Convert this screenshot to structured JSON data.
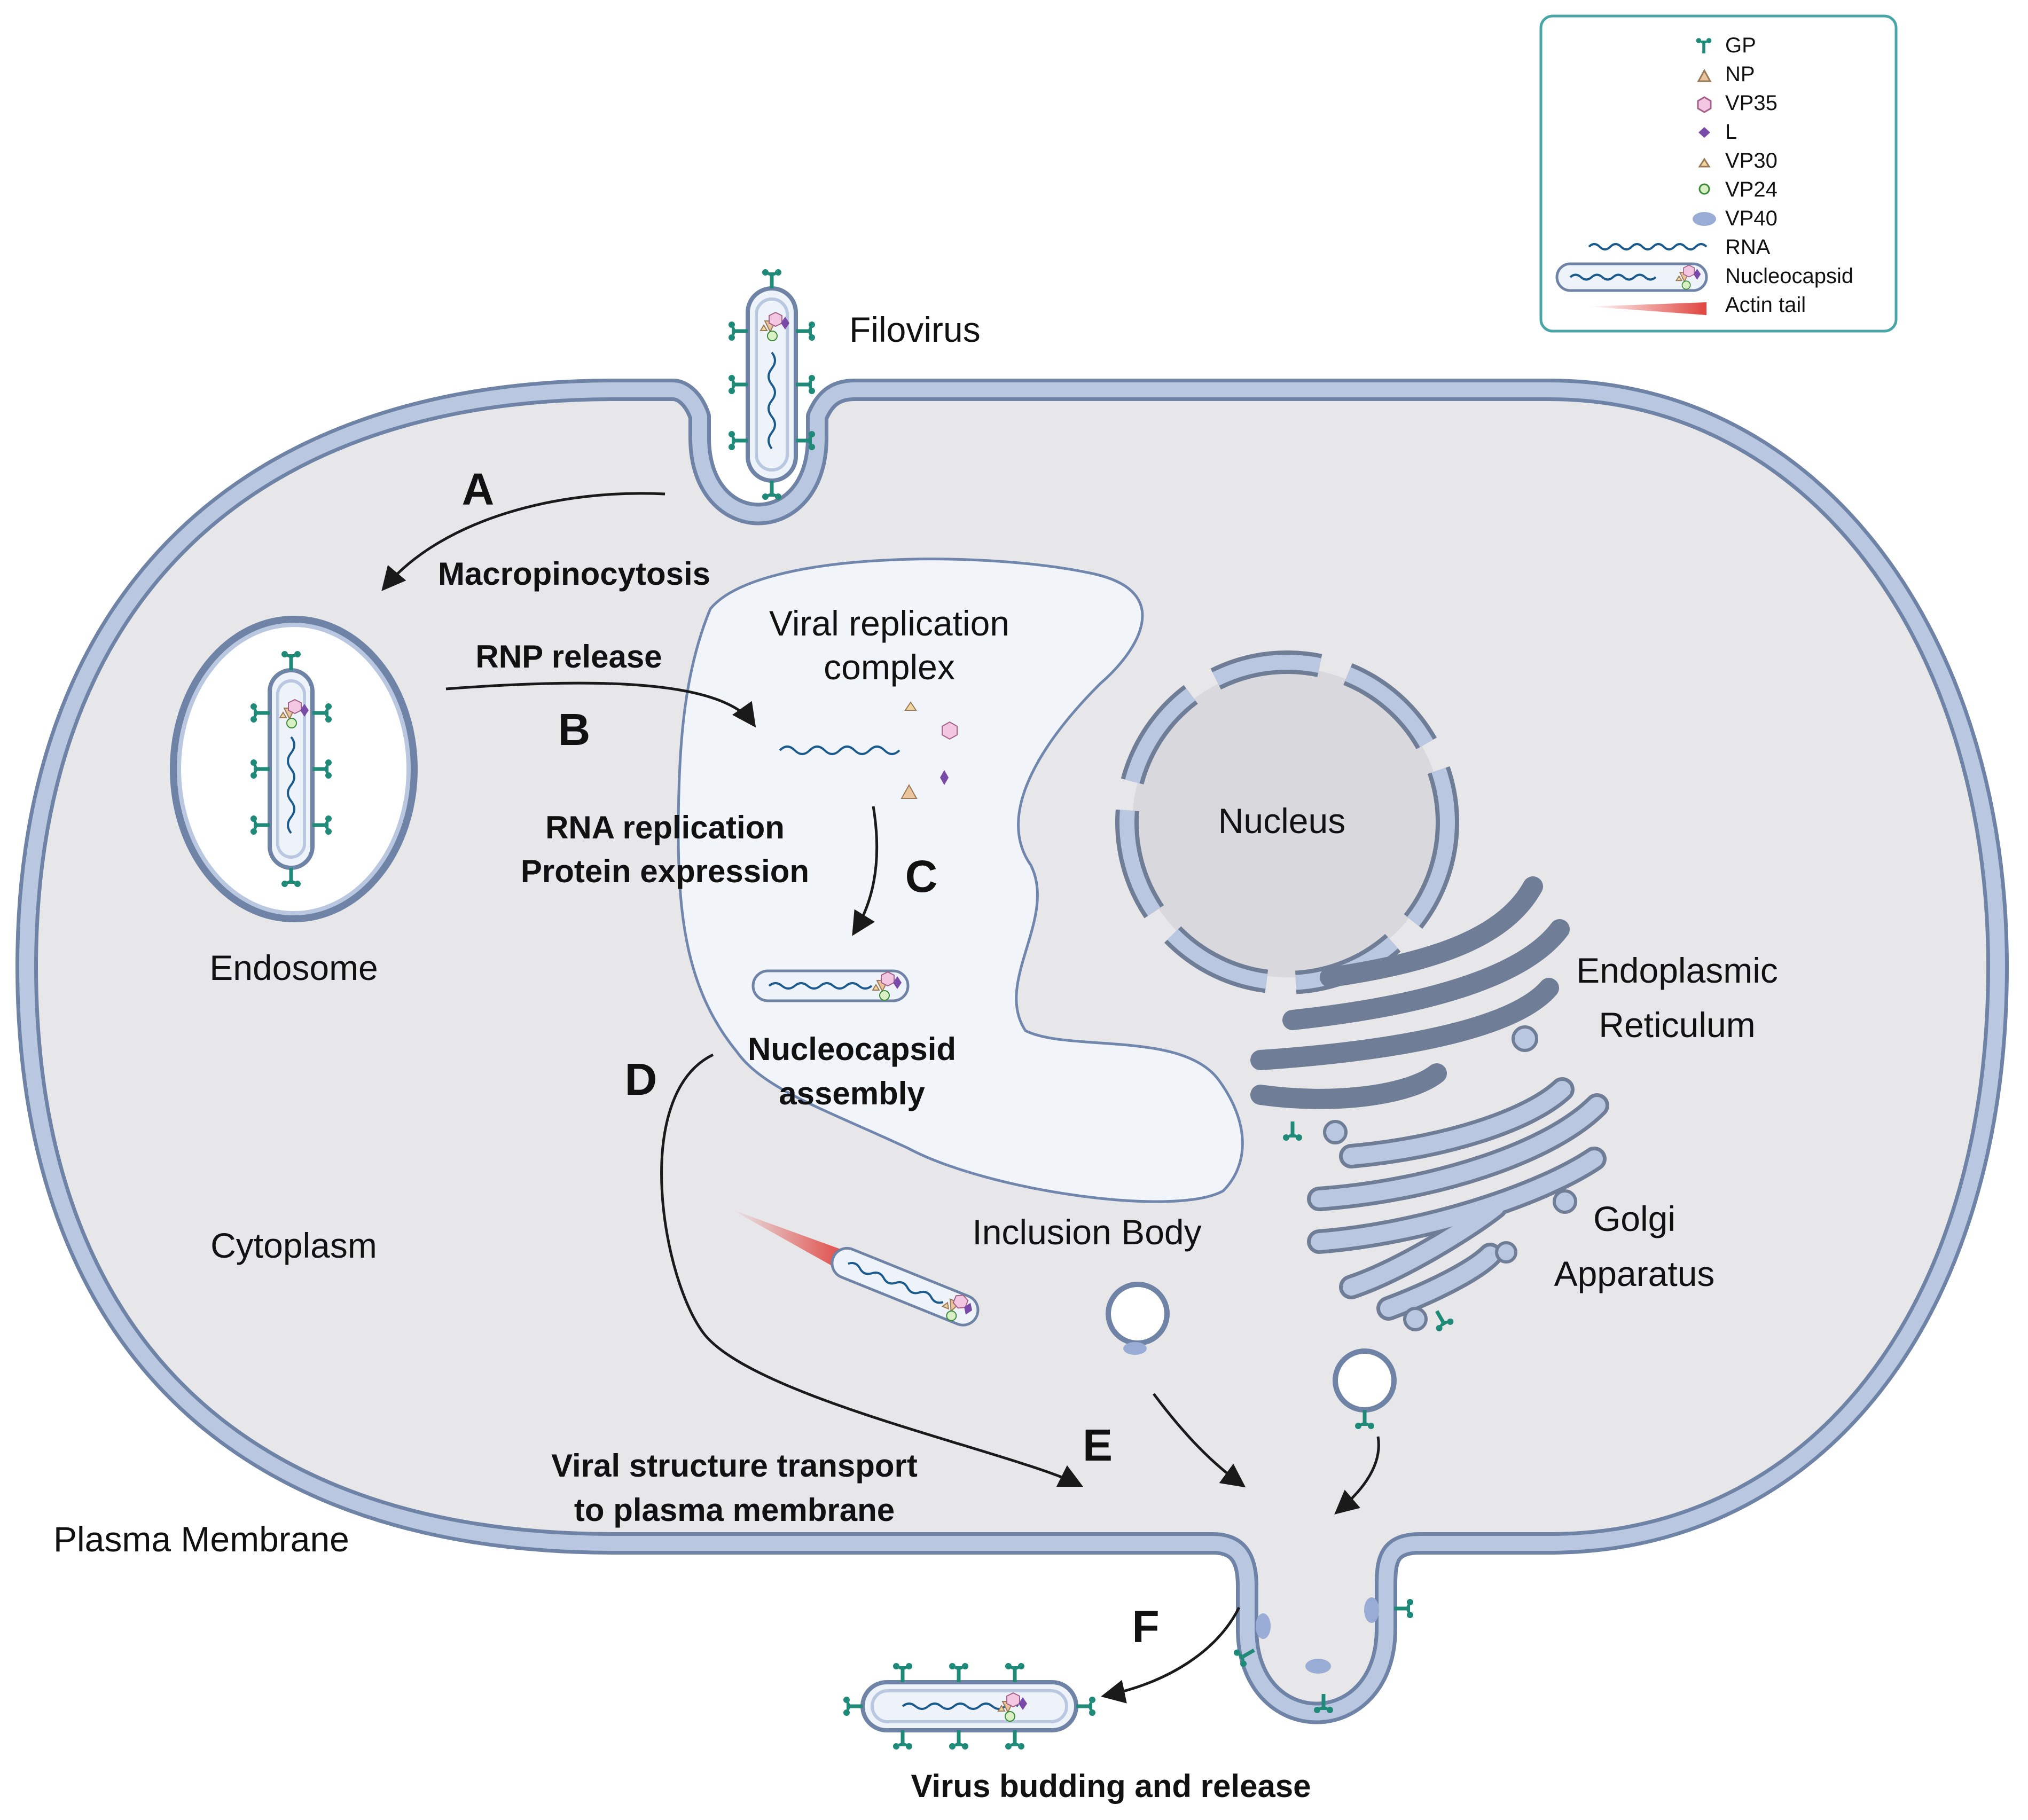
{
  "legend": {
    "items": [
      {
        "label": "GP",
        "icon": "gp-glycoprotein-icon"
      },
      {
        "label": "NP",
        "icon": "np-triangle-icon"
      },
      {
        "label": "VP35",
        "icon": "vp35-hexagon-icon"
      },
      {
        "label": "L",
        "icon": "l-diamond-icon"
      },
      {
        "label": "VP30",
        "icon": "vp30-small-triangle-icon"
      },
      {
        "label": "VP24",
        "icon": "vp24-circle-icon"
      },
      {
        "label": "VP40",
        "icon": "vp40-ellipse-icon"
      },
      {
        "label": "RNA",
        "icon": "rna-wave-icon"
      },
      {
        "label": "Nucleocapsid",
        "icon": "nucleocapsid-icon"
      },
      {
        "label": "Actin tail",
        "icon": "actin-tail-icon"
      }
    ]
  },
  "labels": {
    "filovirus": "Filovirus",
    "endosome": "Endosome",
    "cytoplasm": "Cytoplasm",
    "plasma_membrane": "Plasma Membrane",
    "replication_line1": "Viral replication",
    "replication_line2": "complex",
    "nucleus": "Nucleus",
    "er_line1": "Endoplasmic",
    "er_line2": "Reticulum",
    "golgi_line1": "Golgi",
    "golgi_line2": "Apparatus",
    "inclusion_body": "Inclusion Body"
  },
  "steps": {
    "a_letter": "A",
    "a_text": "Macropinocytosis",
    "b_letter": "B",
    "b_text": "RNP release",
    "rna_line1": "RNA replication",
    "rna_line2": "Protein expression",
    "c_letter": "C",
    "nc_line1": "Nucleocapsid",
    "nc_line2": "assembly",
    "d_letter": "D",
    "e_letter": "E",
    "transport_line1": "Viral structure transport",
    "transport_line2": "to plasma membrane",
    "f_letter": "F",
    "budding": "Virus budding and release"
  },
  "colors": {
    "membrane": "#b9c8e0",
    "membrane_edge": "#6e83a6",
    "cytoplasm": "#e7e7ea",
    "inclusion": "#f1f4f9",
    "organelle": "#6f7e96",
    "gp": "#1f8a77",
    "np": "#e9c49d",
    "vp35": "#f3c7e2",
    "l": "#7a4aa8",
    "vp30": "#f0d7a0",
    "vp24": "#d9f0c4",
    "vp40": "#99acd6",
    "rna": "#1a5a8c",
    "actin": "#e0443f",
    "legend_border": "#4aa6a6"
  }
}
